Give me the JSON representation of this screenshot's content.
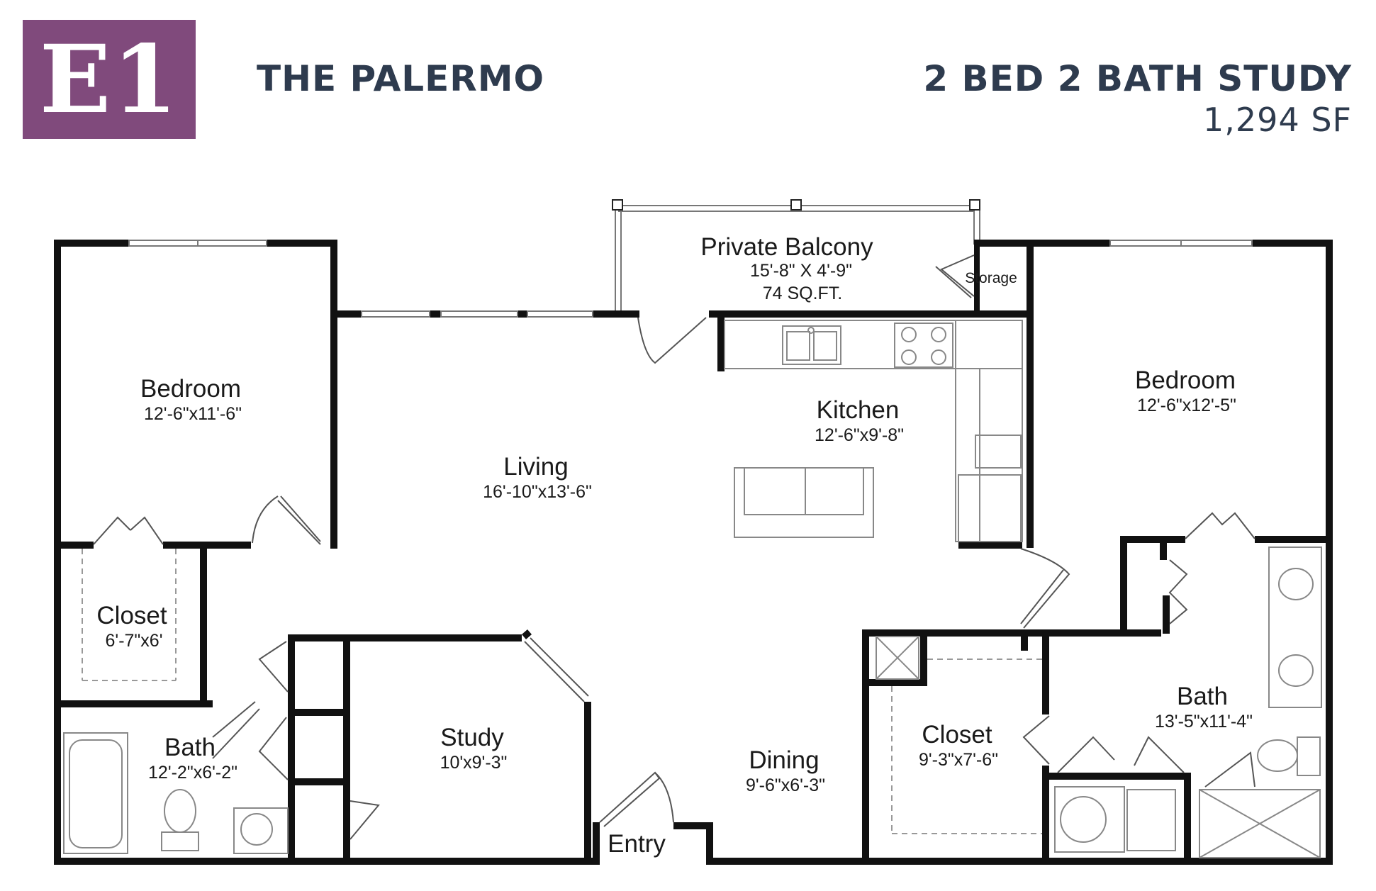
{
  "header": {
    "badge": "E1",
    "plan_name": "THE PALERMO",
    "unit_type": "2 BED 2 BATH STUDY",
    "square_feet": "1,294 SF"
  },
  "rooms": {
    "balcony": {
      "name": "Private Balcony",
      "dims": "15'-8\" X 4'-9\"",
      "area": "74 SQ.FT."
    },
    "storage": {
      "name": "Storage"
    },
    "bedroom_left": {
      "name": "Bedroom",
      "dims": "12'-6\"x11'-6\""
    },
    "living": {
      "name": "Living",
      "dims": "16'-10\"x13'-6\""
    },
    "kitchen": {
      "name": "Kitchen",
      "dims": "12'-6\"x9'-8\""
    },
    "bedroom_right": {
      "name": "Bedroom",
      "dims": "12'-6\"x12'-5\""
    },
    "closet_left": {
      "name": "Closet",
      "dims": "6'-7\"x6'"
    },
    "bath_left": {
      "name": "Bath",
      "dims": "12'-2\"x6'-2\""
    },
    "study": {
      "name": "Study",
      "dims": "10'x9'-3\""
    },
    "dining": {
      "name": "Dining",
      "dims": "9'-6\"x6'-3\""
    },
    "closet_right": {
      "name": "Closet",
      "dims": "9'-3\"x7'-6\""
    },
    "bath_right": {
      "name": "Bath",
      "dims": "13'-5\"x11'-4\""
    },
    "entry": {
      "name": "Entry"
    }
  },
  "colors": {
    "badge": "#804a7c",
    "heading": "#2e3b4e",
    "walls": "#111111"
  }
}
